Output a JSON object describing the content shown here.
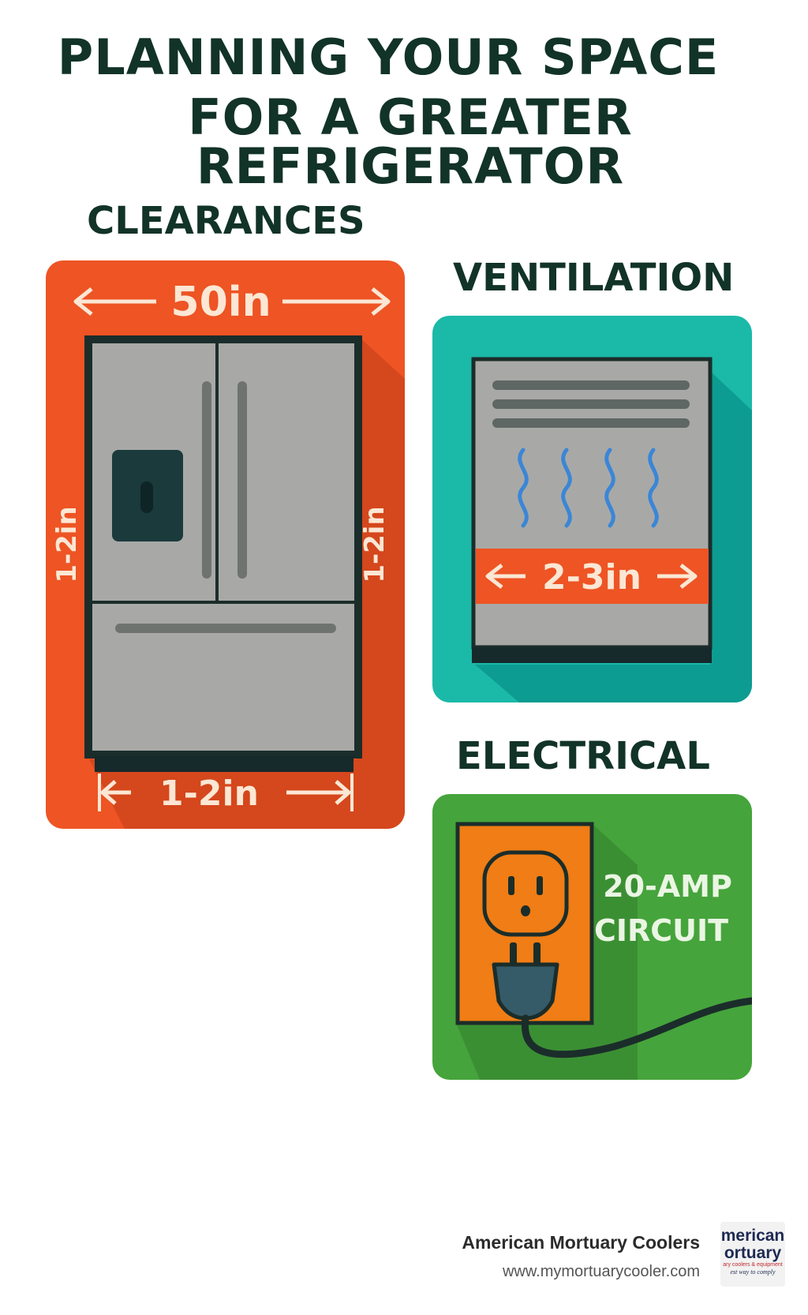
{
  "title": {
    "line1": "PLANNING YOUR SPACE",
    "line2": "FOR A GREATER REFRIGERATOR"
  },
  "clearances": {
    "heading": "CLEARANCES",
    "top_width": "50in",
    "left_side": "1-2in",
    "right_side": "1-2in",
    "bottom": "1-2in",
    "color": "#ee5424"
  },
  "ventilation": {
    "heading": "VENTILATION",
    "gap": "2-3in",
    "color": "#1bb9a8"
  },
  "electrical": {
    "heading": "ELECTRICAL",
    "circuit_line1": "20-AMP",
    "circuit_line2": "CIRCUIT",
    "color": "#46a43c"
  },
  "footer": {
    "company": "American Mortuary Coolers",
    "url": "www.mymortuarycooler.com"
  },
  "logo": {
    "line1": "merican",
    "line2": "ortuary",
    "line3": "ary coolers & equipment",
    "line4": "est way to comply"
  }
}
